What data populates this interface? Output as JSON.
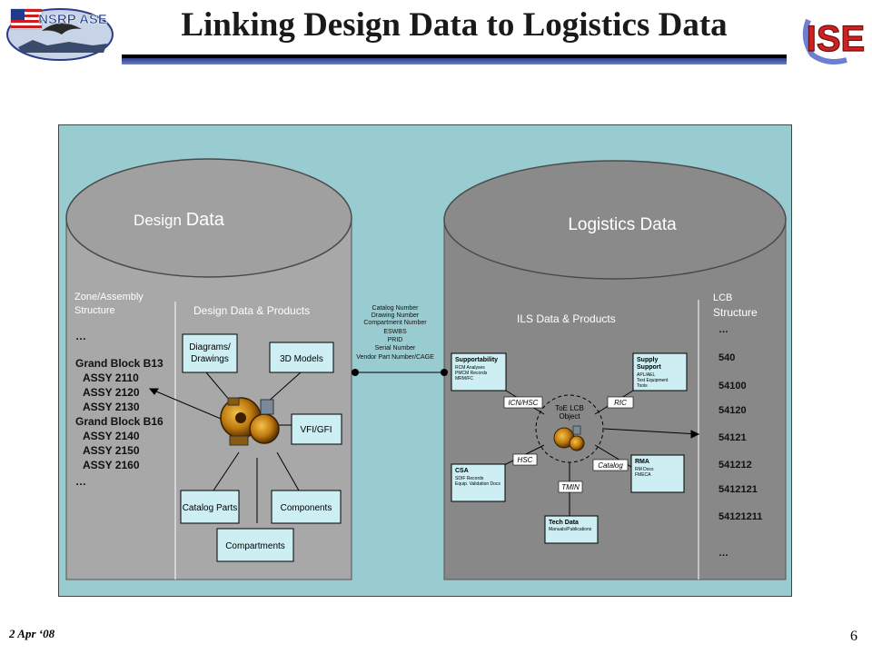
{
  "header": {
    "title": "Linking Design Data to Logistics Data",
    "logo_left_text": "NSRP ASE",
    "logo_right_text": "ISE"
  },
  "design": {
    "cylinder_title_a": "Design ",
    "cylinder_title_b": "Data",
    "zone_label_1": "Zone/Assembly",
    "zone_label_2": "Structure",
    "products_label": "Design Data & Products",
    "assembly_list": [
      "…",
      "Grand Block B13",
      "ASSY 2110",
      "ASSY 2120",
      "ASSY 2130",
      "Grand Block B16",
      "ASSY 2140",
      "ASSY 2150",
      "ASSY 2160",
      "…"
    ],
    "boxes": {
      "diagrams_1": "Diagrams/",
      "diagrams_2": "Drawings",
      "models": "3D Models",
      "vfi": "VFI/GFI",
      "catalog_parts": "Catalog Parts",
      "components": "Components",
      "compartments": "Compartments"
    }
  },
  "link_fields": [
    "Catalog Number",
    "Drawing Number",
    "Compartment Number",
    "ESWBS",
    "PRID",
    "Serial Number",
    "Vendor Part Number/CAGE"
  ],
  "logistics": {
    "cylinder_title": "Logistics Data",
    "ils_label": "ILS Data & Products",
    "lcb_label_1": "LCB",
    "lcb_label_2": "Structure",
    "lcb_list": [
      "…",
      "540",
      "54100",
      "54120",
      "54121",
      "541212",
      "5412121",
      "54121211",
      "…"
    ],
    "center_1": "ToE LCB",
    "center_2": "Object",
    "connectors": {
      "icn": "ICN/HSC",
      "ric": "RIC",
      "hsc": "HSC",
      "catalog": "Catalog",
      "tmin": "TMIN"
    },
    "boxes": {
      "supportability": {
        "title": "Supportability",
        "lines": [
          "RCM Analyses",
          "PMCM Records",
          "MRM/FC"
        ]
      },
      "supply": {
        "title_1": "Supply",
        "title_2": "Support",
        "lines": [
          "APL/AEL",
          "Test Equipment",
          "Tools"
        ]
      },
      "csa": {
        "title": "CSA",
        "lines": [
          "SDIF Records",
          "Equip. Validation Docs"
        ]
      },
      "rma": {
        "title": "RMA",
        "lines": [
          "RM Docs",
          "FMECA"
        ]
      },
      "tech": {
        "title": "Tech Data",
        "lines": [
          "Manuals/Publications"
        ]
      }
    }
  },
  "footer": {
    "date": "2 Apr ‘08",
    "page": "6"
  },
  "colors": {
    "panel": "#99ccd1",
    "design_cylinder": "#a8a8a8",
    "logistics_cylinder": "#888888",
    "box_fill": "#cdeef2",
    "title_rule": "#2b3b8a"
  }
}
